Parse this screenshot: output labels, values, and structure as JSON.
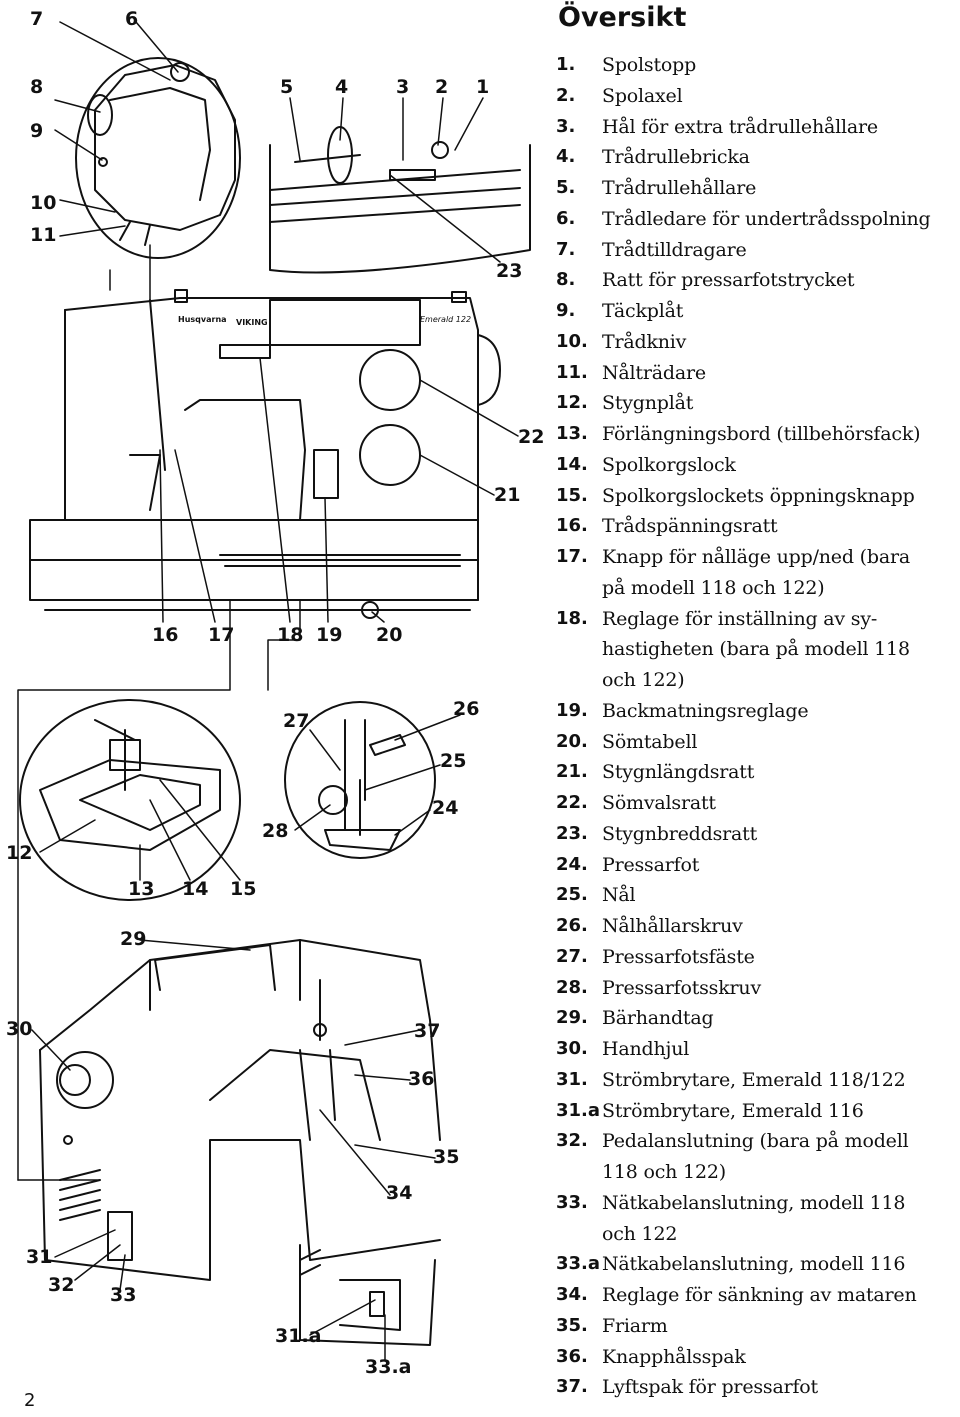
{
  "page": {
    "title": "Översikt",
    "number": "2"
  },
  "legend": [
    {
      "num": "1.",
      "text": "Spolstopp"
    },
    {
      "num": "2.",
      "text": "Spolaxel"
    },
    {
      "num": "3.",
      "text": "Hål för extra trådrullehållare"
    },
    {
      "num": "4.",
      "text": "Trådrullebricka"
    },
    {
      "num": "5.",
      "text": "Trådrullehållare"
    },
    {
      "num": "6.",
      "text": "Trådledare för undertrådsspolning"
    },
    {
      "num": "7.",
      "text": "Trådtilldragare"
    },
    {
      "num": "8.",
      "text": "Ratt för pressarfotstrycket"
    },
    {
      "num": "9.",
      "text": "Täckplåt"
    },
    {
      "num": "10.",
      "text": "Trådkniv"
    },
    {
      "num": "11.",
      "text": "Nålträdare"
    },
    {
      "num": "12.",
      "text": "Stygnplåt"
    },
    {
      "num": "13.",
      "text": "Förlängningsbord (tillbehörsfack)"
    },
    {
      "num": "14.",
      "text": "Spolkorgslock"
    },
    {
      "num": "15.",
      "text": "Spolkorgslockets öppningsknapp"
    },
    {
      "num": "16.",
      "text": "Trådspänningsratt"
    },
    {
      "num": "17.",
      "text": "Knapp för nålläge upp/ned (bara"
    },
    {
      "num": "",
      "text": "på modell 118 och 122)"
    },
    {
      "num": "18.",
      "text": "Reglage för inställning av sy-"
    },
    {
      "num": "",
      "text": "hastigheten (bara på modell 118"
    },
    {
      "num": "",
      "text": "och 122)"
    },
    {
      "num": "19.",
      "text": "Backmatningsreglage"
    },
    {
      "num": "20.",
      "text": "Sömtabell"
    },
    {
      "num": "21.",
      "text": "Stygnlängdsratt"
    },
    {
      "num": "22.",
      "text": "Sömvalsratt"
    },
    {
      "num": "23.",
      "text": "Stygnbreddsratt"
    },
    {
      "num": "24.",
      "text": "Pressarfot"
    },
    {
      "num": "25.",
      "text": "Nål"
    },
    {
      "num": "26.",
      "text": "Nålhållarskruv"
    },
    {
      "num": "27.",
      "text": "Pressarfotsfäste"
    },
    {
      "num": "28.",
      "text": "Pressarfotsskruv"
    },
    {
      "num": "29.",
      "text": "Bärhandtag"
    },
    {
      "num": "30.",
      "text": "Handhjul"
    },
    {
      "num": "31.",
      "text": "Strömbrytare, Emerald 118/122"
    },
    {
      "num": "31.a",
      "text": "Strömbrytare, Emerald 116"
    },
    {
      "num": "32.",
      "text": "Pedalanslutning (bara på modell"
    },
    {
      "num": "",
      "text": "118 och 122)"
    },
    {
      "num": "33.",
      "text": "Nätkabelanslutning, modell 118"
    },
    {
      "num": "",
      "text": "och 122"
    },
    {
      "num": "33.a",
      "text": "Nätkabelanslutning, modell 116"
    },
    {
      "num": "34.",
      "text": "Reglage för sänkning av mataren"
    },
    {
      "num": "35.",
      "text": "Friarm"
    },
    {
      "num": "36.",
      "text": "Knapphålsspak"
    },
    {
      "num": "37.",
      "text": "Lyftspak för pressarfot"
    }
  ],
  "figure": {
    "brand_text": [
      "Husqvarna",
      "VIKING",
      "Emerald 122"
    ],
    "callouts": [
      "7",
      "6",
      "8",
      "9",
      "10",
      "11",
      "5",
      "4",
      "3",
      "2",
      "1",
      "23",
      "22",
      "21",
      "16",
      "17",
      "18",
      "19",
      "20",
      "27",
      "26",
      "25",
      "24",
      "28",
      "12",
      "13",
      "14",
      "15",
      "29",
      "30",
      "37",
      "36",
      "35",
      "34",
      "31",
      "32",
      "33",
      "31.a",
      "33.a"
    ]
  }
}
